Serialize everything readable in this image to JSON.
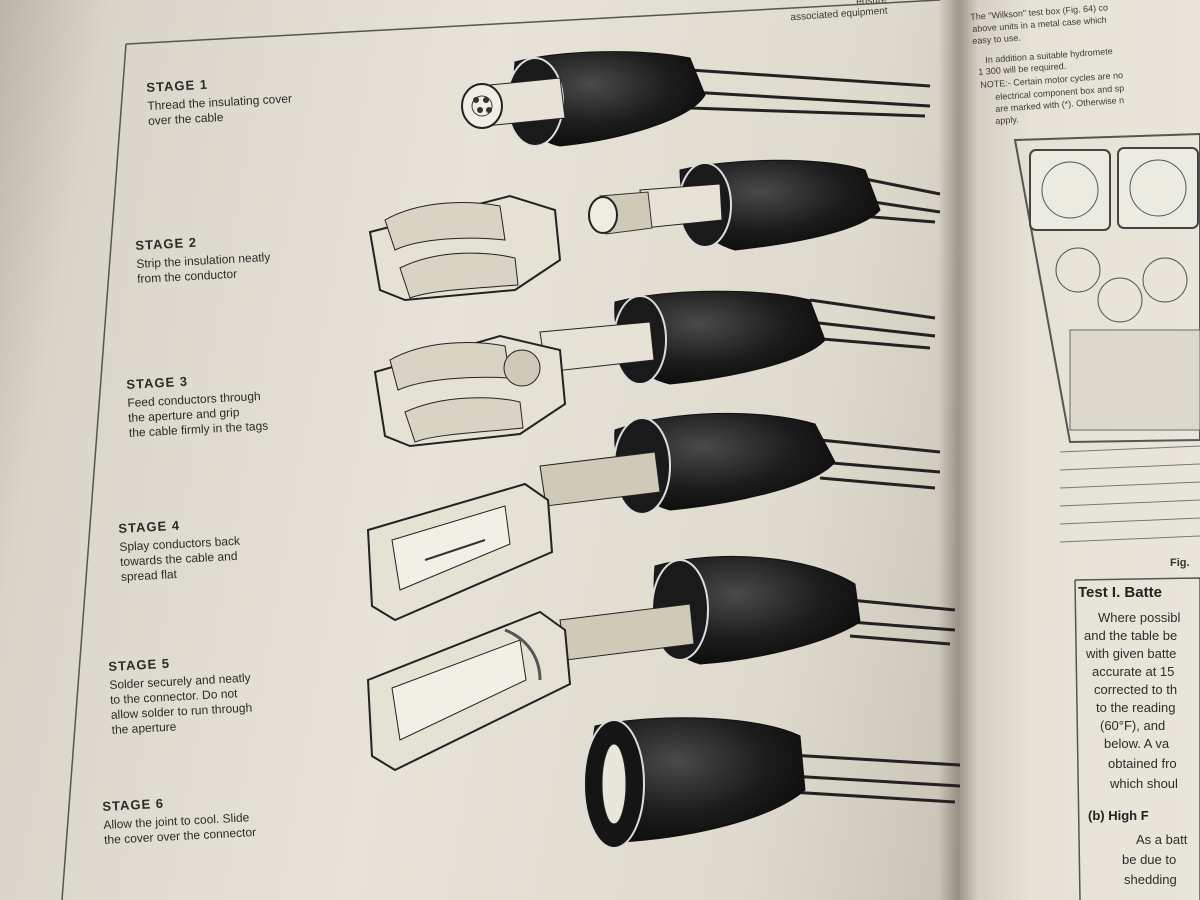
{
  "header": {
    "top_text": "ensure\nassociated equipment"
  },
  "stages": [
    {
      "title": "STAGE 1",
      "desc": [
        "Thread the insulating cover",
        "over the cable"
      ]
    },
    {
      "title": "STAGE 2",
      "desc": [
        "Strip the insulation neatly",
        "from the conductor"
      ]
    },
    {
      "title": "STAGE 3",
      "desc": [
        "Feed conductors through",
        "the aperture and grip",
        "the cable firmly in the tags"
      ]
    },
    {
      "title": "STAGE 4",
      "desc": [
        "Splay conductors back",
        "towards the cable and",
        "spread flat"
      ]
    },
    {
      "title": "STAGE 5",
      "desc": [
        "Solder securely and neatly",
        "to the connector. Do not",
        "allow solder to run through",
        "the aperture"
      ]
    },
    {
      "title": "STAGE 6",
      "desc": [
        "Allow the joint to cool. Slide",
        "the cover over the connector"
      ]
    }
  ],
  "right_page": {
    "top_lines": [
      "The \"Wilkson\" test box (Fig. 64) co",
      "above units in a metal case which",
      "easy to use.",
      "In addition a suitable hydromete",
      "1 300 will be required.",
      "NOTE:- Certain motor cycles are no",
      "electrical component box and sp",
      "are marked with (*). Otherwise n",
      "apply."
    ],
    "fig_label": "Fig.",
    "test_heading": "Test I.  Batte",
    "body_lines": [
      "Where possibl",
      "and the table be",
      "with given batte",
      "accurate at 15",
      "corrected to th",
      "to the reading",
      "(60°F), and",
      "below. A va",
      "obtained fro",
      "which shoul"
    ],
    "sub_heading": "(b) High F",
    "sub_lines": [
      "As a batt",
      "be due to",
      "shedding"
    ]
  }
}
